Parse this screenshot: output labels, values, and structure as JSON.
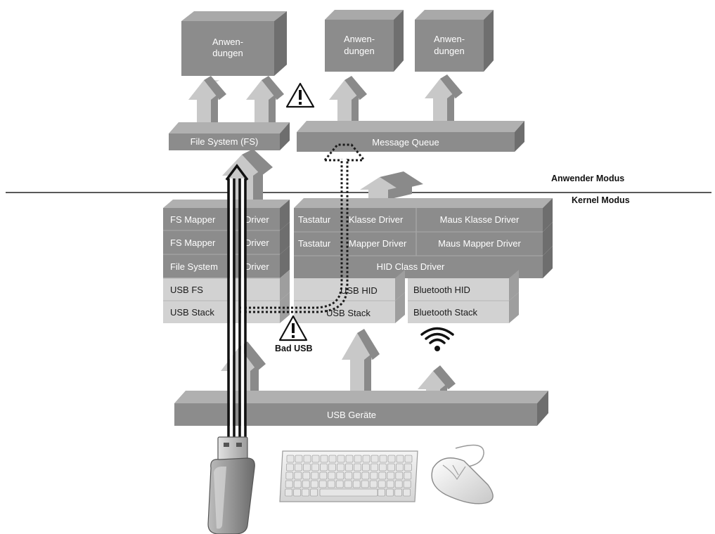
{
  "applications": [
    {
      "line1": "Anwen-",
      "line2": "dungen"
    },
    {
      "line1": "Anwen-",
      "line2": "dungen"
    },
    {
      "line1": "Anwen-",
      "line2": "dungen"
    }
  ],
  "upper_layer": {
    "file_system": "File System (FS)",
    "message_queue": "Message Queue"
  },
  "modes": {
    "user": "Anwender Modus",
    "kernel": "Kernel Modus"
  },
  "usb_storage_stack": {
    "fs_mapper_1": "FS Mapper",
    "fs_mapper_1_driver": "Driver",
    "fs_mapper_2": "FS Mapper",
    "fs_mapper_2_driver": "Driver",
    "file_system": "File System",
    "file_system_driver": "Driver",
    "usb_fs": "USB FS",
    "usb_stack": "USB Stack"
  },
  "hid_stack": {
    "tastatur_1": "Tastatur",
    "klasse_driver": "Klasse Driver",
    "maus_klasse_driver": "Maus Klasse Driver",
    "tastatur_2": "Tastatur",
    "mapper_driver": "Mapper Driver",
    "maus_mapper_driver": "Maus Mapper Driver",
    "hid_class_driver": "HID Class Driver",
    "usb_hid": "USB HID",
    "usb_stack": "USB Stack",
    "bluetooth_hid": "Bluetooth HID",
    "bluetooth_stack": "Bluetooth Stack"
  },
  "attack_label": "Bad USB",
  "usb_devices": "USB Geräte",
  "colors": {
    "block_front": "#8c8c8c",
    "block_top": "#b4b4b4",
    "block_side": "#6e6e6e",
    "light_front": "#cfcfcf",
    "arrow_front": "#c8c8c8",
    "arrow_side": "#8a8a8a"
  },
  "icons": [
    "warning-icon",
    "warning-icon",
    "wifi-icon",
    "usb-stick-icon",
    "keyboard-icon",
    "mouse-icon"
  ]
}
